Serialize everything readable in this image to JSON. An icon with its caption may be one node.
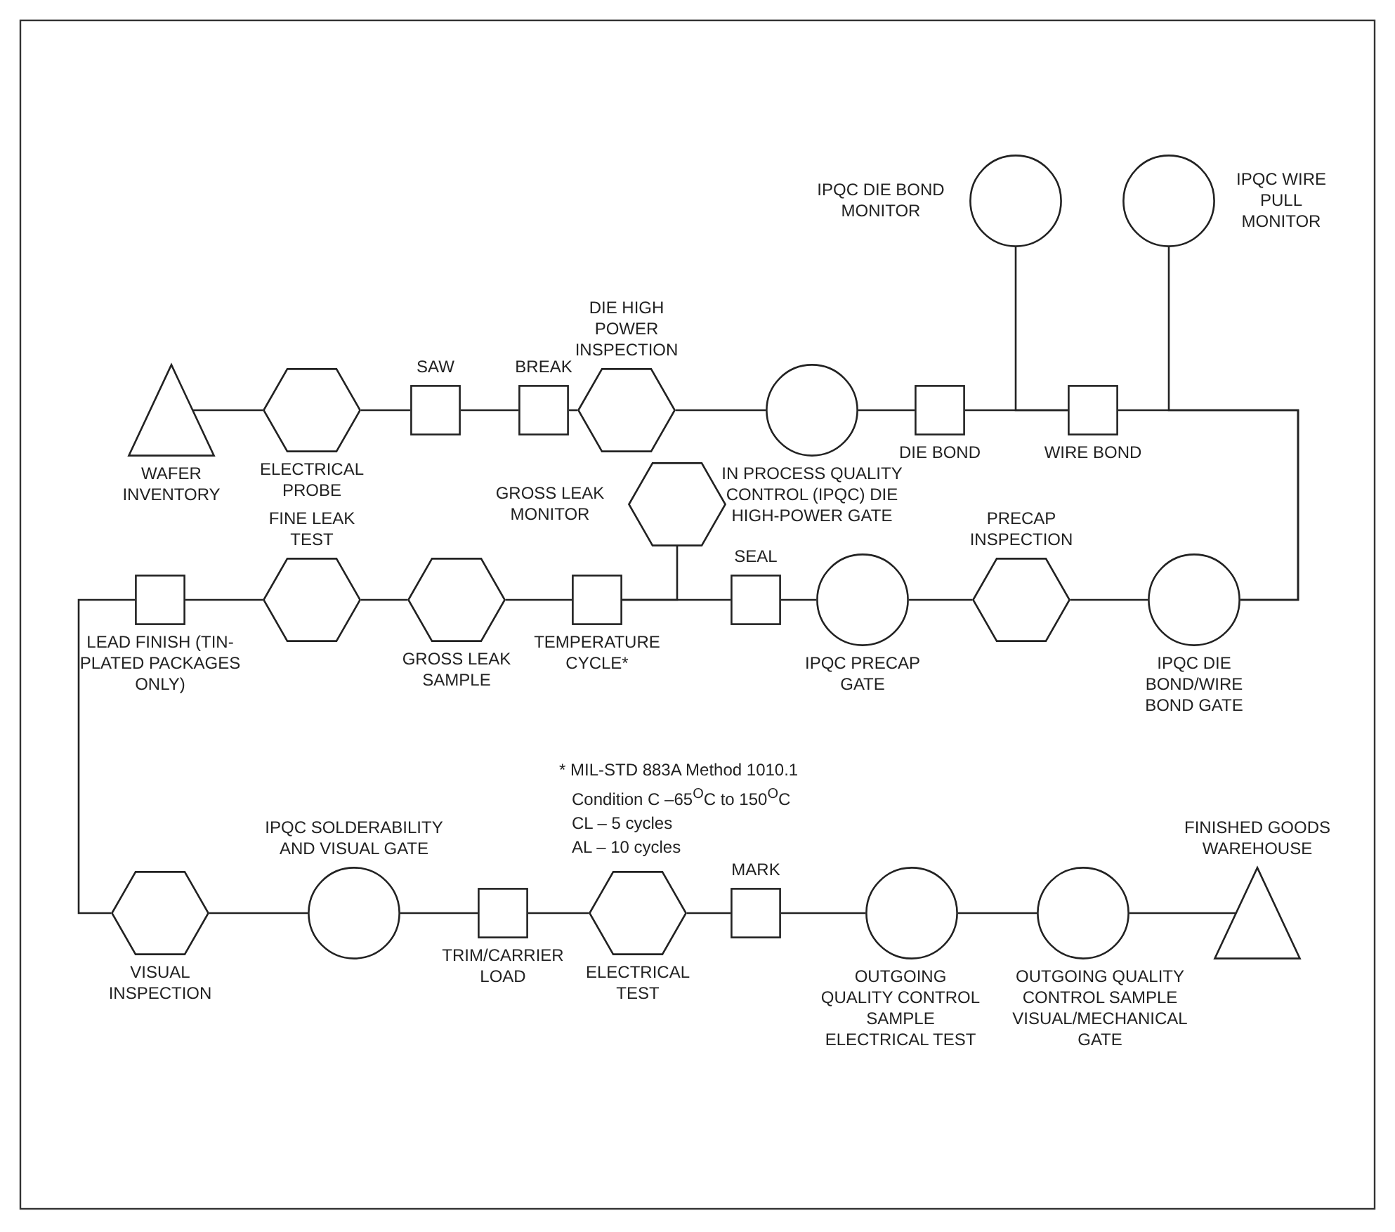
{
  "diagram": {
    "nodes": [
      {
        "text": [
          "WAFER INVENTORY"
        ]
      },
      {
        "text": [
          "ELECTRICAL PROBE"
        ]
      },
      {
        "text": [
          "SAW"
        ]
      },
      {
        "text": [
          "BREAK"
        ]
      },
      {
        "text": [
          "DIE HIGH POWER INSPECTION"
        ]
      },
      {
        "text": [
          "IN PROCESS QUALITY CONTROL (IPQC) DIE HIGH-POWER GATE"
        ]
      },
      {
        "text": [
          "DIE BOND"
        ]
      },
      {
        "text": [
          "IPQC DIE BOND MONITOR"
        ]
      },
      {
        "text": [
          "WIRE BOND"
        ]
      },
      {
        "text": [
          "IPQC WIRE PULL MONITOR"
        ]
      },
      {
        "text": [
          "IPQC DIE BOND/WIRE BOND GATE"
        ]
      },
      {
        "text": [
          "PRECAP INSPECTION"
        ]
      },
      {
        "text": [
          "IPQC PRECAP GATE"
        ]
      },
      {
        "text": [
          "SEAL"
        ]
      },
      {
        "text": [
          "GROSS LEAK MONITOR"
        ]
      },
      {
        "text": [
          "TEMPERATURE CYCLE*"
        ]
      },
      {
        "text": [
          "GROSS LEAK SAMPLE"
        ]
      },
      {
        "text": [
          "FINE LEAK TEST"
        ]
      },
      {
        "text": [
          "LEAD FINISH (TIN-PLATED PACKAGES ONLY)"
        ]
      },
      {
        "text": [
          "VISUAL INSPECTION"
        ]
      },
      {
        "text": [
          "IPQC SOLDERABILITY AND VISUAL GATE"
        ]
      },
      {
        "text": [
          "TRIM/CARRIER LOAD"
        ]
      },
      {
        "text": [
          "ELECTRICAL TEST"
        ]
      },
      {
        "text": [
          "MARK"
        ]
      },
      {
        "text": [
          "OUTGOING QUALITY CONTROL SAMPLE ELECTRICAL TEST"
        ]
      },
      {
        "text": [
          "OUTGOING QUALITY CONTROL SAMPLE VISUAL/MECHANICAL GATE"
        ]
      },
      {
        "text": [
          "FINISHED GOODS WAREHOUSE"
        ]
      }
    ],
    "edges": [
      {
        "from": 0,
        "to": 1,
        "arrow": "none"
      },
      {
        "from": 1,
        "to": 2,
        "arrow": "none"
      },
      {
        "from": 2,
        "to": 3,
        "arrow": "none"
      },
      {
        "from": 3,
        "to": 4,
        "arrow": "none"
      },
      {
        "from": 4,
        "to": 5,
        "arrow": "none"
      },
      {
        "from": 5,
        "to": 6,
        "arrow": "none"
      },
      {
        "from": 6,
        "to": 8,
        "arrow": "none"
      },
      {
        "from": 7,
        "to": 8,
        "arrow": "none"
      },
      {
        "from": 8,
        "to": 10,
        "arrow": "none"
      },
      {
        "from": 9,
        "to": 10,
        "arrow": "none"
      },
      {
        "from": 10,
        "to": 11,
        "arrow": "none"
      },
      {
        "from": 11,
        "to": 12,
        "arrow": "none"
      },
      {
        "from": 12,
        "to": 13,
        "arrow": "none"
      },
      {
        "from": 13,
        "to": 15,
        "arrow": "none"
      },
      {
        "from": 14,
        "to": 15,
        "arrow": "none"
      },
      {
        "from": 15,
        "to": 16,
        "arrow": "none"
      },
      {
        "from": 16,
        "to": 17,
        "arrow": "none"
      },
      {
        "from": 17,
        "to": 18,
        "arrow": "none"
      },
      {
        "from": 18,
        "to": 19,
        "arrow": "none"
      },
      {
        "from": 19,
        "to": 20,
        "arrow": "none"
      },
      {
        "from": 20,
        "to": 21,
        "arrow": "none"
      },
      {
        "from": 21,
        "to": 22,
        "arrow": "none"
      },
      {
        "from": 22,
        "to": 23,
        "arrow": "none"
      },
      {
        "from": 23,
        "to": 24,
        "arrow": "none"
      },
      {
        "from": 24,
        "to": 25,
        "arrow": "none"
      },
      {
        "from": 25,
        "to": 26,
        "arrow": "none"
      }
    ],
    "labels": [
      "* MIL-STD 883A Method 1010.1",
      "Condition C –65$^{O}$C to 150$^{O}$C",
      "CL – 5 cycles",
      "AL – 10 cycles"
    ]
  }
}
